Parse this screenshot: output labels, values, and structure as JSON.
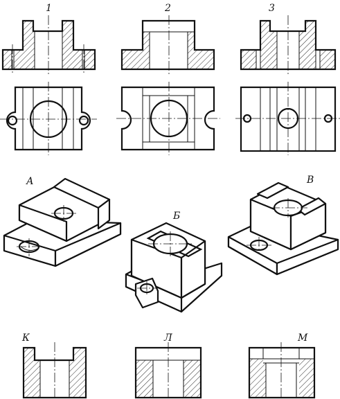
{
  "labels": {
    "view1": "1",
    "view2": "2",
    "view3": "3",
    "isoA": "А",
    "isoB": "Б",
    "isoV": "В",
    "secK": "К",
    "secL": "Л",
    "secM": "М"
  }
}
